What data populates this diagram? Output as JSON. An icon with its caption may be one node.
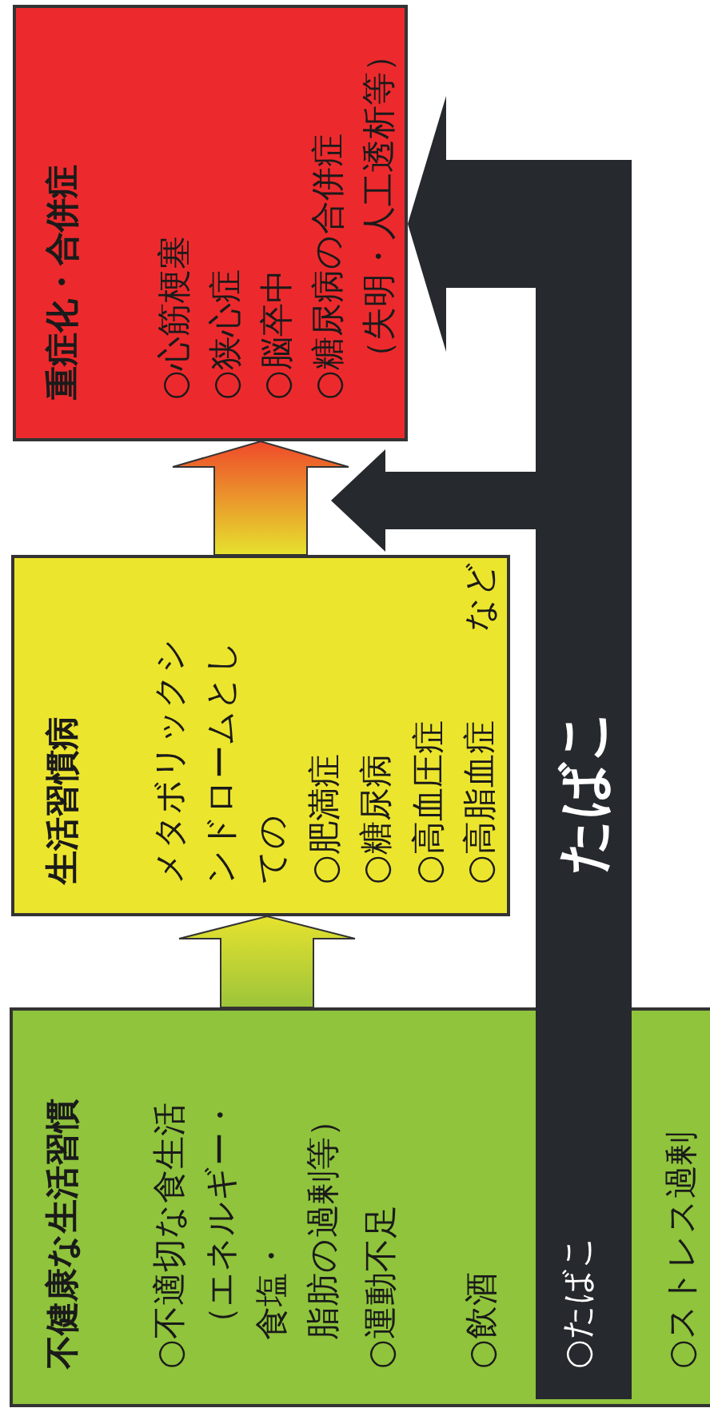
{
  "diagram": {
    "nodes": [
      {
        "text": [
          "重症化・合併症",
          "○心筋梗塞",
          "○狭心症",
          "○脳卒中",
          "○糖尿病の合併症（失明・人工透析等）"
        ]
      },
      {
        "text": [
          "生活習慣病",
          "メタボリックシンドロームとしての",
          "○肥満症",
          "○糖尿病",
          "○高血圧症",
          "○高脂血症",
          "など"
        ]
      },
      {
        "text": [
          "不健康な生活習慣",
          "○不適切な食生活（エネルギー・食塩・脂肪の過剰等）",
          "○運動不足",
          "○飲酒",
          "○たばこ",
          "○ストレス過剰"
        ]
      },
      {
        "text": [
          "たばこ"
        ]
      }
    ],
    "edges": [
      {
        "from": 2,
        "to": 1,
        "arrow": "to"
      },
      {
        "from": 1,
        "to": 0,
        "arrow": "to"
      },
      {
        "from": 3,
        "to": 0,
        "arrow": "to",
        "style": "thick",
        "color": "#26292d"
      },
      {
        "from": 3,
        "to": null,
        "arrow": "to",
        "color": "#26292d"
      }
    ]
  }
}
